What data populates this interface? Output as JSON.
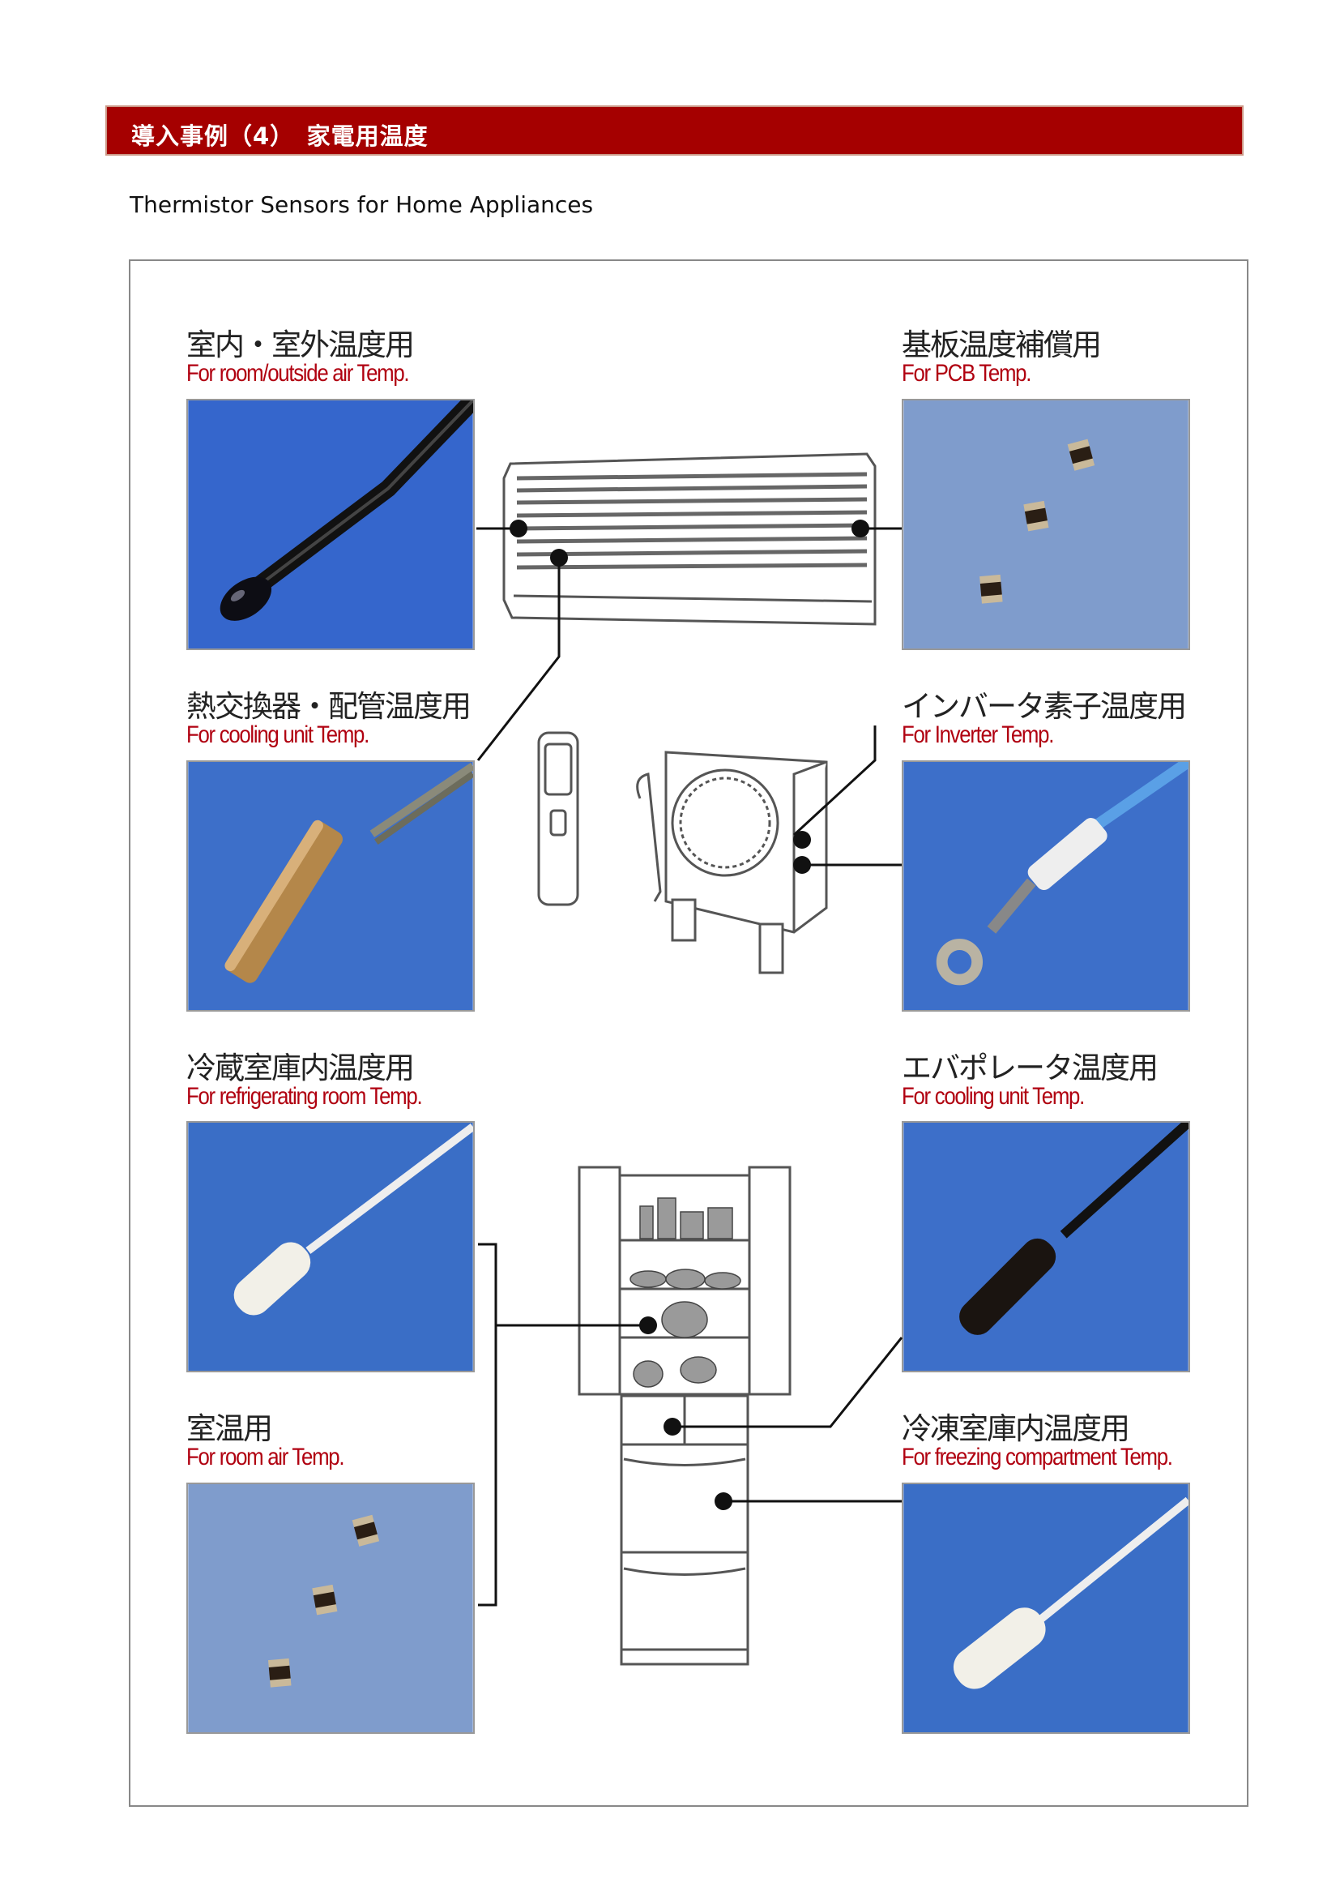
{
  "header": {
    "title": "導入事例（4）　家電用温度"
  },
  "subtitle": "Thermistor Sensors for Home Appliances",
  "sensors": [
    {
      "jp": "室内・室外温度用",
      "en": "For room/outside air Temp.",
      "icon": "black-probe-photo"
    },
    {
      "jp": "基板温度補償用",
      "en": "For PCB Temp.",
      "icon": "chip-thermistor-photo"
    },
    {
      "jp": "熱交換器・配管温度用",
      "en": "For cooling unit Temp.",
      "icon": "brass-probe-photo"
    },
    {
      "jp": "インバータ素子温度用",
      "en": "For Inverter Temp.",
      "icon": "ring-terminal-photo"
    },
    {
      "jp": "冷蔵室庫内温度用",
      "en": "For refrigerating room Temp.",
      "icon": "white-probe-photo"
    },
    {
      "jp": "エバポレータ温度用",
      "en": "For cooling unit Temp.",
      "icon": "black-probe-photo"
    },
    {
      "jp": "室温用",
      "en": "For room air Temp.",
      "icon": "chip-thermistor-photo"
    },
    {
      "jp": "冷凍室庫内温度用",
      "en": "For freezing compartment Temp.",
      "icon": "white-probe-photo"
    }
  ],
  "colors": {
    "header_bg": "#a50000",
    "label_red": "#b00010",
    "photo_blue": "#4d7ad0"
  }
}
